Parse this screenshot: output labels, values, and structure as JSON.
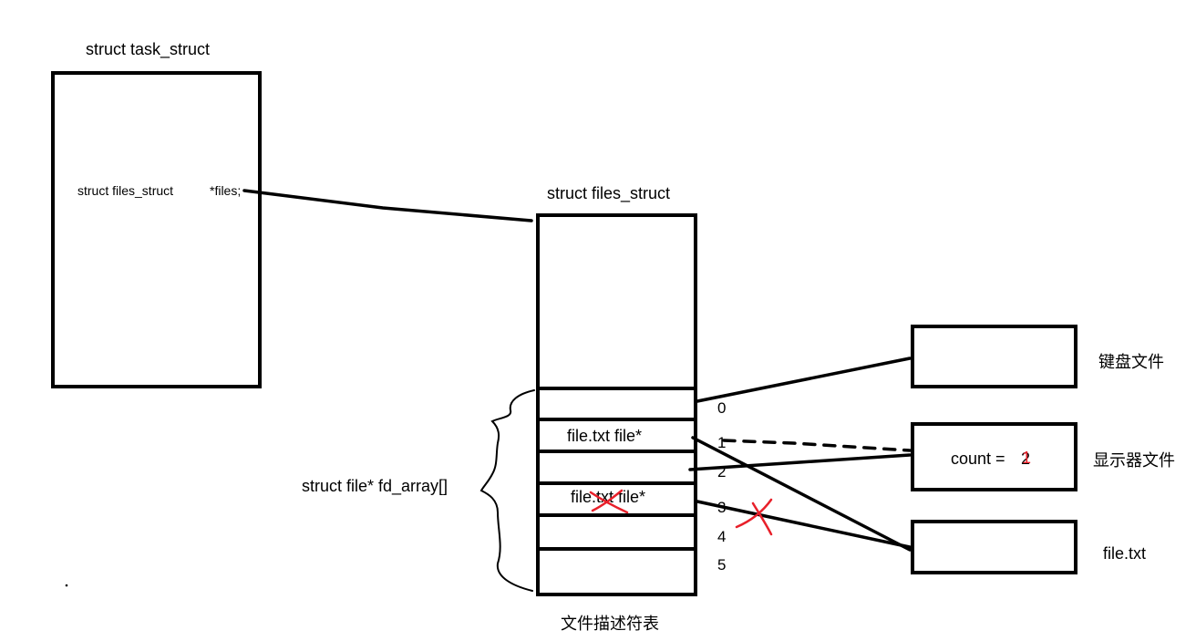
{
  "task_struct": {
    "title": "struct task_struct",
    "field_type": "struct files_struct",
    "field_name": "*files;"
  },
  "files_struct": {
    "title": "struct files_struct",
    "fd_array_label": "struct file* fd_array[]",
    "table_caption": "文件描述符表",
    "slot_1_text": "file.txt file*",
    "slot_3_text": "file.txt file*",
    "indices": [
      "0",
      "1",
      "2",
      "3",
      "4",
      "5"
    ]
  },
  "files": {
    "keyboard_label": "键盘文件",
    "display_label": "显示器文件",
    "display_count_text": "count  = ",
    "display_count_old": "2",
    "display_count_new": "1",
    "file_txt_label": "file.txt"
  },
  "colors": {
    "ink": "#000000",
    "annotation": "#e8202a",
    "background": "#ffffff"
  }
}
